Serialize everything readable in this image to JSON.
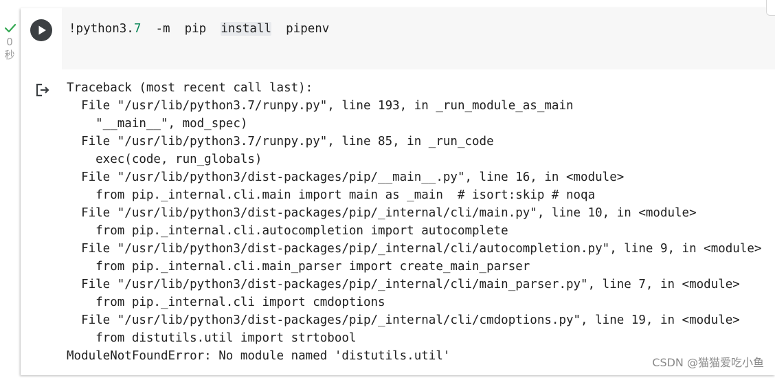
{
  "gutter": {
    "status_icon": "check-icon",
    "exec_count_number": "0",
    "exec_count_unit": "秒"
  },
  "cell": {
    "run_button_icon": "play-icon",
    "code": {
      "prefix": "!python3.",
      "version": "7",
      "flag": "  -m  pip  ",
      "keyword": "install",
      "package": "  pipenv"
    }
  },
  "output": {
    "icon": "output-redirect-icon",
    "lines": [
      "Traceback (most recent call last):",
      "  File \"/usr/lib/python3.7/runpy.py\", line 193, in _run_module_as_main",
      "    \"__main__\", mod_spec)",
      "  File \"/usr/lib/python3.7/runpy.py\", line 85, in _run_code",
      "    exec(code, run_globals)",
      "  File \"/usr/lib/python3/dist-packages/pip/__main__.py\", line 16, in <module>",
      "    from pip._internal.cli.main import main as _main  # isort:skip # noqa",
      "  File \"/usr/lib/python3/dist-packages/pip/_internal/cli/main.py\", line 10, in <module>",
      "    from pip._internal.cli.autocompletion import autocomplete",
      "  File \"/usr/lib/python3/dist-packages/pip/_internal/cli/autocompletion.py\", line 9, in <module>",
      "    from pip._internal.cli.main_parser import create_main_parser",
      "  File \"/usr/lib/python3/dist-packages/pip/_internal/cli/main_parser.py\", line 7, in <module>",
      "    from pip._internal.cli import cmdoptions",
      "  File \"/usr/lib/python3/dist-packages/pip/_internal/cli/cmdoptions.py\", line 19, in <module>",
      "    from distutils.util import strtobool",
      "ModuleNotFoundError: No module named 'distutils.util'"
    ]
  },
  "watermark": "CSDN @猫猫爱吃小鱼",
  "colors": {
    "success": "#34a853",
    "run_button": "#3c4043",
    "editor_bg": "#f7f7f7",
    "number": "#098658"
  }
}
